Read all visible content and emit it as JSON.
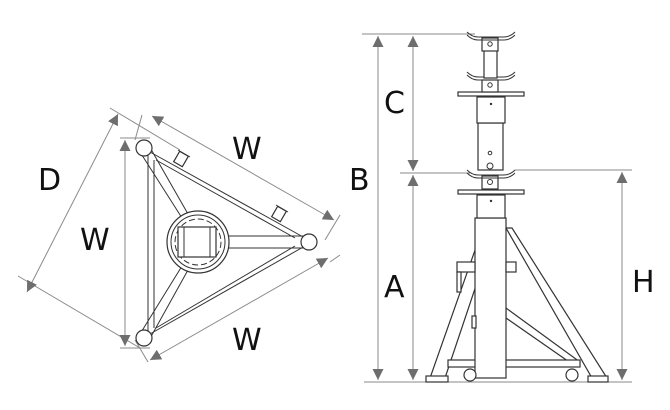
{
  "diagram": {
    "top_view": {
      "labels": {
        "depth": "D",
        "width_left": "W",
        "width_top": "W",
        "width_bottom": "W"
      }
    },
    "side_view": {
      "labels": {
        "collapsed_extension": "C",
        "max_height": "B",
        "min_height": "A",
        "saddle_height": "H"
      }
    }
  }
}
